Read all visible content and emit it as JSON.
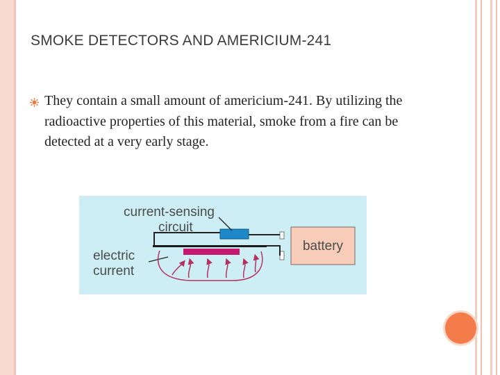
{
  "slide": {
    "title": "SMOKE DETECTORS AND AMERICIUM-241",
    "bullet_text": "They contain a small amount of americium-241. By utilizing the radioactive properties of this material, smoke from a fire can be detected at a very early stage."
  },
  "diagram": {
    "label_circuit_line1": "current-sensing",
    "label_circuit_line2": "circuit",
    "label_current_line1": "electric",
    "label_current_line2": "current",
    "label_battery": "battery"
  },
  "colors": {
    "accent": "#f47b4a",
    "border_band": "#f7d9cf",
    "diagram_background": "#cdeef4",
    "battery_fill": "#f7cdb9",
    "sensor_fill": "#1e88c8",
    "source_fill": "#c51870",
    "current_lines": "#b5305e"
  },
  "icons": {
    "bullet": "sun-bullet-icon"
  }
}
